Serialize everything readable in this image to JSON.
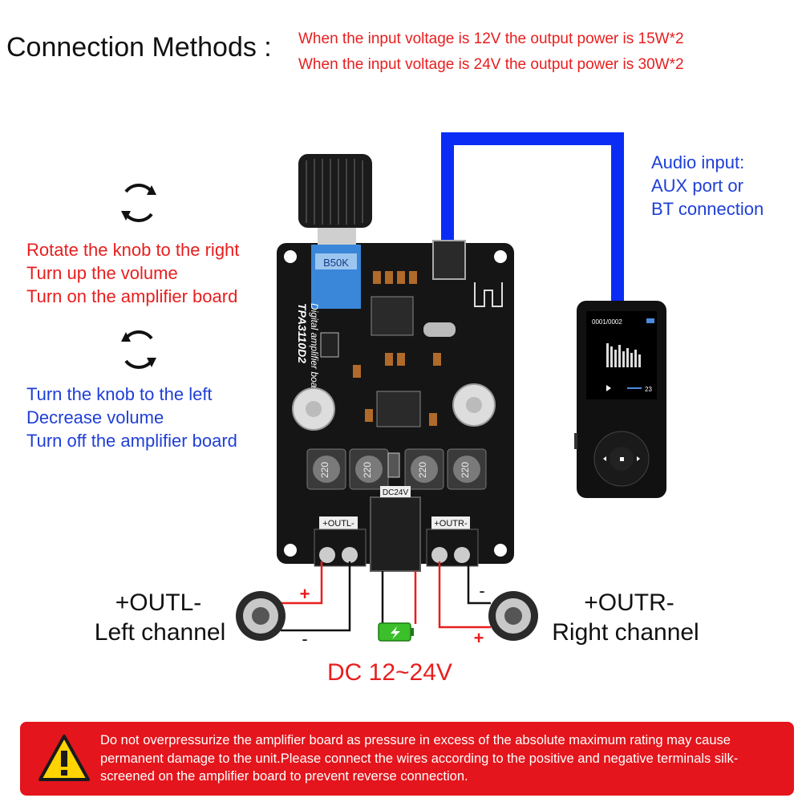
{
  "header": {
    "title": "Connection Methods :",
    "power_line_1": "When the input voltage is 12V the output power is 15W*2",
    "power_line_2": "When the input voltage is 24V the output power is 30W*2"
  },
  "knob_right": {
    "line1": "Rotate the knob to the right",
    "line2": "Turn up the volume",
    "line3": "Turn on the amplifier board"
  },
  "knob_left": {
    "line1": "Turn the knob to the left",
    "line2": "Decrease volume",
    "line3": "Turn off the amplifier board"
  },
  "audio_input": {
    "line1": "Audio input:",
    "line2": "AUX port or",
    "line3": "BT connection"
  },
  "board": {
    "model": "TPA3110D2",
    "subtitle": "Digital amplifier board",
    "pot_label": "B50K",
    "inductor_label": "220",
    "dc_label": "DC24V",
    "outl_label": "+OUTL-",
    "outr_label": "+OUTR-"
  },
  "player": {
    "track": "0001/0002",
    "time": "23"
  },
  "left_channel": {
    "name": "+OUTL-",
    "label": "Left channel",
    "plus": "+",
    "minus": "-"
  },
  "right_channel": {
    "name": "+OUTR-",
    "label": "Right channel",
    "plus": "+",
    "minus": "-"
  },
  "power": {
    "label": "DC 12~24V"
  },
  "warning": {
    "text": "Do not overpressurize the amplifier board as pressure in excess of the absolute maximum rating may cause permanent damage to the unit.Please connect the wires according to the positive and negative terminals silk-screened on the amplifier board to prevent reverse connection."
  },
  "colors": {
    "red": "#e81e1e",
    "blue": "#1f3fd6",
    "cable": "#0a2cf5",
    "warning_bg": "#e4151c"
  }
}
